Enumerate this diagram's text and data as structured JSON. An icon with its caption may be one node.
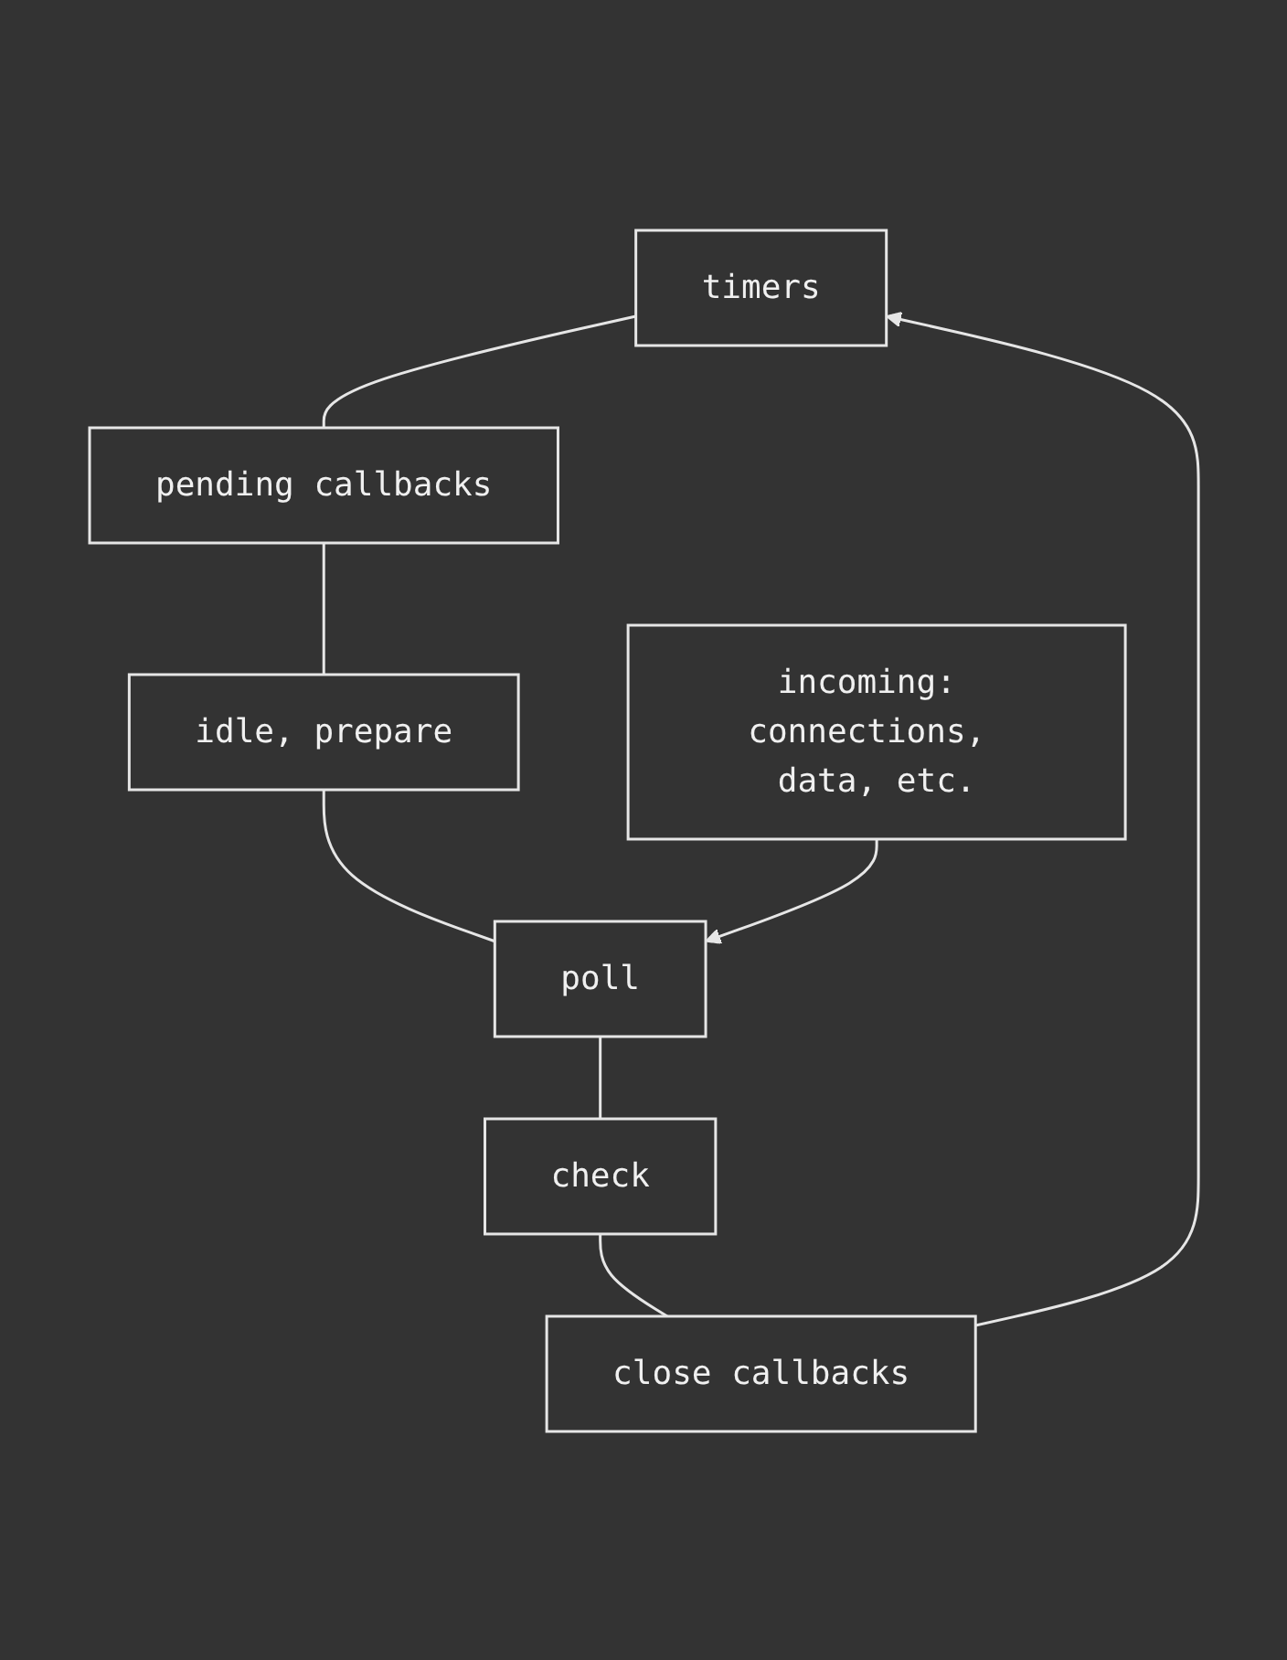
{
  "diagram": {
    "nodes": [
      {
        "text": [
          "timers"
        ]
      },
      {
        "text": [
          "pending callbacks"
        ]
      },
      {
        "text": [
          "idle, prepare"
        ]
      },
      {
        "text": [
          "poll"
        ]
      },
      {
        "text": [
          "check"
        ]
      },
      {
        "text": [
          "close callbacks"
        ]
      },
      {
        "text": [
          "incoming: connections, data, etc."
        ]
      }
    ],
    "edges": [
      {
        "from": 0,
        "to": 1,
        "arrow": "none"
      },
      {
        "from": 1,
        "to": 2,
        "arrow": "none"
      },
      {
        "from": 2,
        "to": 3,
        "arrow": "none"
      },
      {
        "from": 3,
        "to": 4,
        "arrow": "none"
      },
      {
        "from": 4,
        "to": 5,
        "arrow": "none"
      },
      {
        "from": 5,
        "to": 0,
        "arrow": "to"
      },
      {
        "from": 6,
        "to": 3,
        "arrow": "to"
      }
    ]
  }
}
